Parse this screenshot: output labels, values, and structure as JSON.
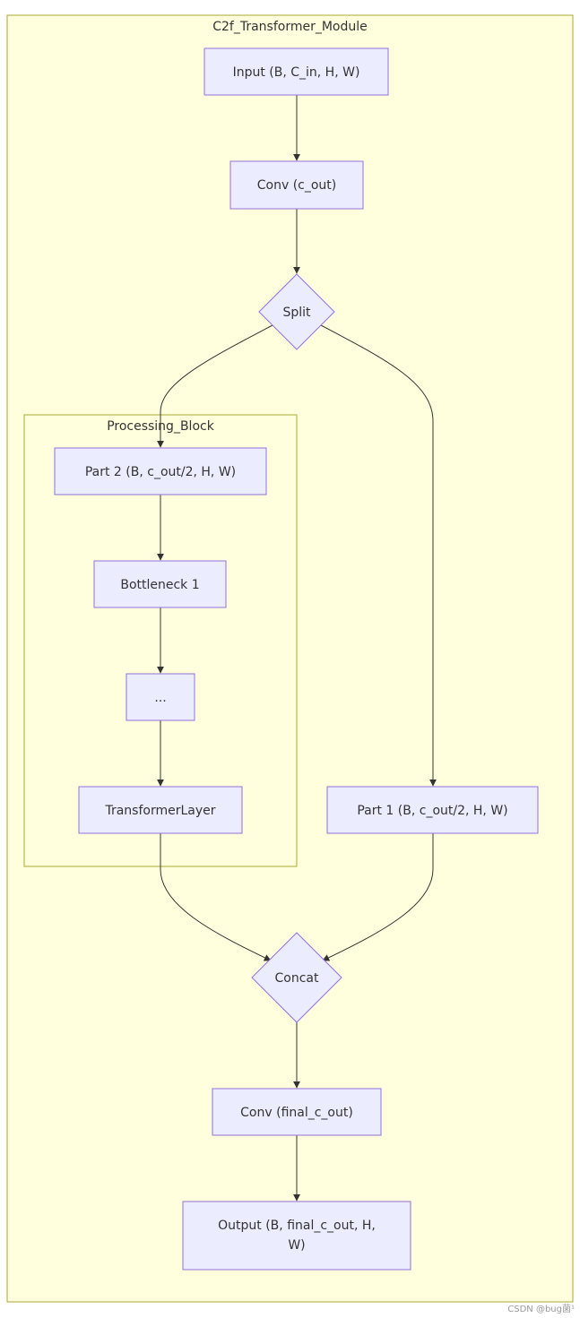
{
  "clusters": {
    "outer": {
      "label": "C2f_Transformer_Module"
    },
    "inner": {
      "label": "Processing_Block"
    }
  },
  "nodes": {
    "input": {
      "label": "Input (B, C_in, H, W)"
    },
    "conv1": {
      "label": "Conv (c_out)"
    },
    "split": {
      "label": "Split"
    },
    "part2": {
      "label": "Part 2 (B, c_out/2, H, W)"
    },
    "bottleneck1": {
      "label": "Bottleneck 1"
    },
    "ellipsis": {
      "label": "..."
    },
    "transformer": {
      "label": "TransformerLayer"
    },
    "part1": {
      "label": "Part 1 (B, c_out/2, H, W)"
    },
    "concat": {
      "label": "Concat"
    },
    "conv2": {
      "label": "Conv (final_c_out)"
    },
    "output": {
      "label_line1": "Output (B, final_c_out, H,",
      "label_line2": "W)"
    }
  },
  "edges": [
    {
      "from": "Input (B, C_in, H, W)",
      "to": "Conv (c_out)"
    },
    {
      "from": "Conv (c_out)",
      "to": "Split"
    },
    {
      "from": "Split",
      "to": "Part 2 (B, c_out/2, H, W)"
    },
    {
      "from": "Split",
      "to": "Part 1 (B, c_out/2, H, W)"
    },
    {
      "from": "Part 2 (B, c_out/2, H, W)",
      "to": "Bottleneck 1"
    },
    {
      "from": "Bottleneck 1",
      "to": "..."
    },
    {
      "from": "...",
      "to": "TransformerLayer"
    },
    {
      "from": "TransformerLayer",
      "to": "Concat"
    },
    {
      "from": "Part 1 (B, c_out/2, H, W)",
      "to": "Concat"
    },
    {
      "from": "Concat",
      "to": "Conv (final_c_out)"
    },
    {
      "from": "Conv (final_c_out)",
      "to": "Output (B, final_c_out, H, W)"
    }
  ],
  "watermark": "CSDN @bug菌¹"
}
